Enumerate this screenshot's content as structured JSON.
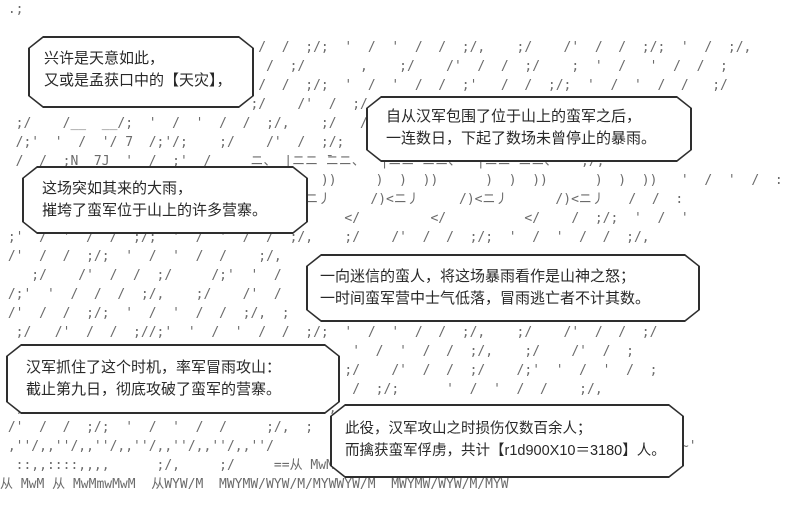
{
  "colors": {
    "background": "#ffffff",
    "ink": "#282828",
    "bubble_border": "#2e2e2e",
    "rain": "#6b6b6b"
  },
  "bubbles": [
    {
      "id": 1,
      "lines": [
        "兴许是天意如此，",
        "又或是孟获口中的【天灾】，"
      ]
    },
    {
      "id": 2,
      "lines": [
        "自从汉军包围了位于山上的蛮军之后，",
        "一连数日，下起了数场未曾停止的暴雨。"
      ]
    },
    {
      "id": 3,
      "lines": [
        "这场突如其来的大雨，",
        "摧垮了蛮军位于山上的许多营寨。"
      ]
    },
    {
      "id": 4,
      "lines": [
        "一向迷信的蛮人，将这场暴雨看作是山神之怒；",
        "一时间蛮军营中士气低落，冒雨逃亡者不计其数。"
      ]
    },
    {
      "id": 5,
      "lines": [
        "汉军抓住了这个时机，率军冒雨攻山：",
        "截止第九日，彻底攻破了蛮军的营寨。"
      ]
    },
    {
      "id": 6,
      "lines": [
        "此役，汉军攻山之时损伤仅数百余人；",
        "而擒获蛮军俘虏，共计【r1d900X10＝3180】人。"
      ]
    }
  ],
  "ascii": {
    "art_rows": [
      " .;",
      "",
      "                                 /  /  ;/;  '  /  '  /  /  ;/,    ;/    /'  /  /  ;/;  '  /  ;/,",
      "                                  /  ;/       ,    ;/    /'  /  /  ;/    ;  '  /   '  /  /  ;",
      "                                 /  /  ;/;  '  /  '  /  /  ;'   /  /  ;/;  '  /  '  /  /   ;/",
      "                                ;/    /'  /  ;/,",
      "  ;/    /__  __/;  '  /  '  /  /  ;/,    ;/   /",
      "  /;'  '  /  '/ 7  /;'/;    ;/    /'  /  ;/;",
      "  /  /  ;N  7J  '  /  ;'  /     ニ、 |ニニ ̄ニニ、  |ニニ ̄ニニ、  |ニニ ̄ニニ、   ;/,",
      "                                      |  ))     )  )  ))      )  )  ))      )  )  ))   '  /  '  /  :",
      "                                      |ニ丿     /)<ニ丿     /)<ニ丿      /)<ニ丿   /  /  :",
      "                                     /      </         </          </    /  ;/;  '  /  '",
      " ;'  /  '  /  /  ;/;  '  /  '  /  /  ;/,    ;/    /'  /  /  ;/;  '  /  '  /  /  ;/,",
      " /'  /  /  ;/;  '  /  '  /  /    ;/,",
      "    ;/    /'  /  /  ;/     /;'  '  /",
      " /;'  '  /  /  /  ;/,    ;/    /'  /",
      " /'  /  /  ;/;  '  /  '  /  /  ;/,  ;",
      "  ;/   /'  /  /  ;//;'  '  /  '  /  /  ;/;  '  /  '  /  /  ;/,    ;/    /'  /  /  ;/",
      "                                             '  /  '  /  /  ;/,    ;/    /'  /  ;",
      "                                            ;/    /'  /  /  ;/    /;'  '  /  '  /  ;",
      "                                             /  ;/;      '  /  '  /  /    ;/,",
      "  ;/,    ;/    /'  /  /  ;/;  '  /  '  /  ;",
      " /'  /  /  ;/;  '  /  '  /  /     ;/,  ;",
      " ,''/,,''/,,''/,,''/,,''/,,''/,,''/       ;/,    ;/    ,''/,                           ~'",
      "  ::,,::::,,,,      ;/,     ;/     ==从 MwM 从 M",
      "从 MwM 从 MwMmwMwM  从WYW/M  MWYMW/WYW/M/MYWWYW/M  MWYMW/WYW/M/MYW",
      "",
      ""
    ]
  }
}
